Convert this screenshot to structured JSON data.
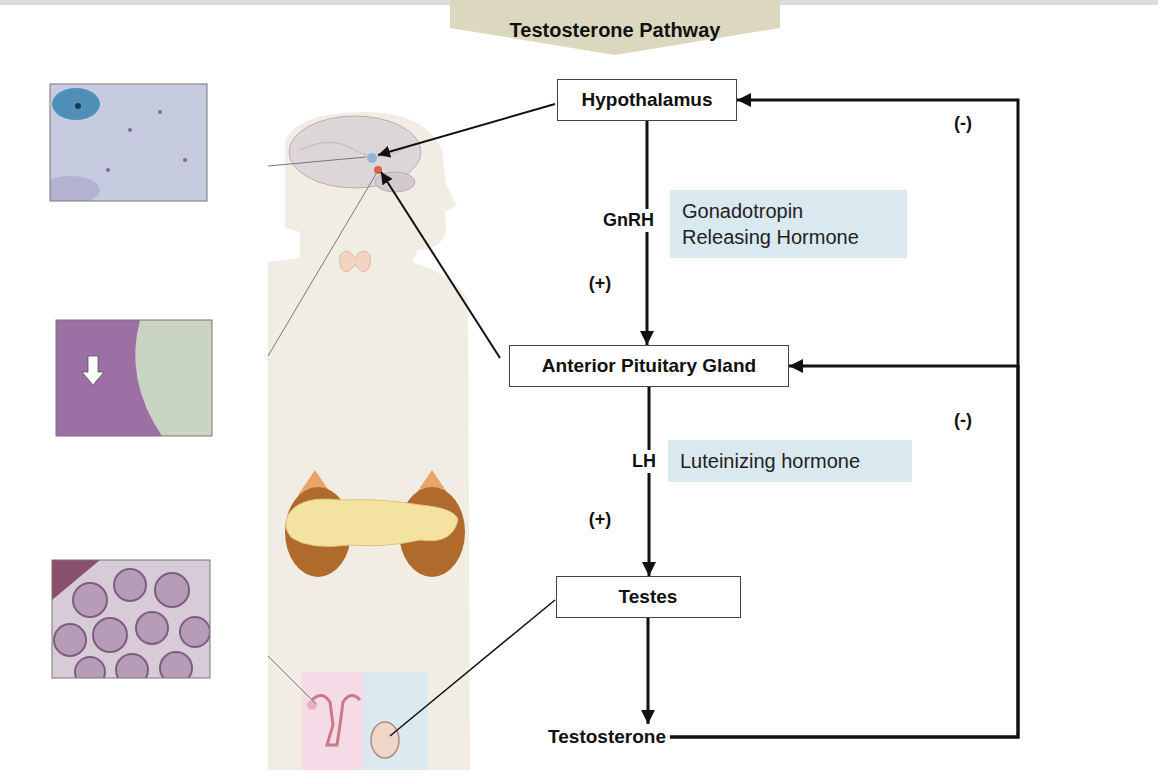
{
  "diagram": {
    "title": "Testosterone Pathway",
    "nodes": [
      {
        "text": [
          "Hypothalamus"
        ]
      },
      {
        "text": [
          "Gonadotropin Releasing Hormone"
        ]
      },
      {
        "text": [
          "Anterior Pituitary Gland"
        ]
      },
      {
        "text": [
          "Luteinizing hormone"
        ]
      },
      {
        "text": [
          "Testes"
        ]
      },
      {
        "text": [
          "Testosterone"
        ]
      }
    ],
    "edges": [
      {
        "from": 0,
        "to": 2,
        "label": "GnRH",
        "arrow": "to"
      },
      {
        "from": 2,
        "to": 4,
        "label": "LH",
        "arrow": "to"
      },
      {
        "from": 4,
        "to": 5,
        "arrow": "to"
      },
      {
        "from": 5,
        "to": 0,
        "arrow": "to"
      },
      {
        "from": 5,
        "to": 2,
        "arrow": "to"
      }
    ],
    "labels": [
      "(+)",
      "(+)",
      "(-)",
      "(-)"
    ]
  }
}
